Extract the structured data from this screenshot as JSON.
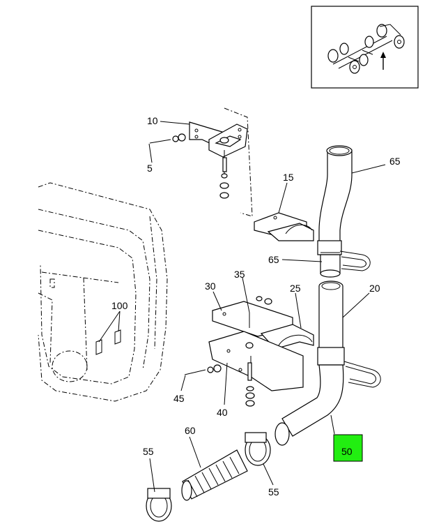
{
  "callouts": {
    "c5": "5",
    "c10": "10",
    "c15": "15",
    "c20": "20",
    "c25": "25",
    "c30": "30",
    "c35": "35",
    "c40": "40",
    "c45": "45",
    "c50": "50",
    "c55a": "55",
    "c55b": "55",
    "c60": "60",
    "c65a": "65",
    "c65b": "65",
    "c100": "100"
  },
  "colors": {
    "highlight": "#22ee11",
    "line": "#000000",
    "background": "#ffffff"
  }
}
